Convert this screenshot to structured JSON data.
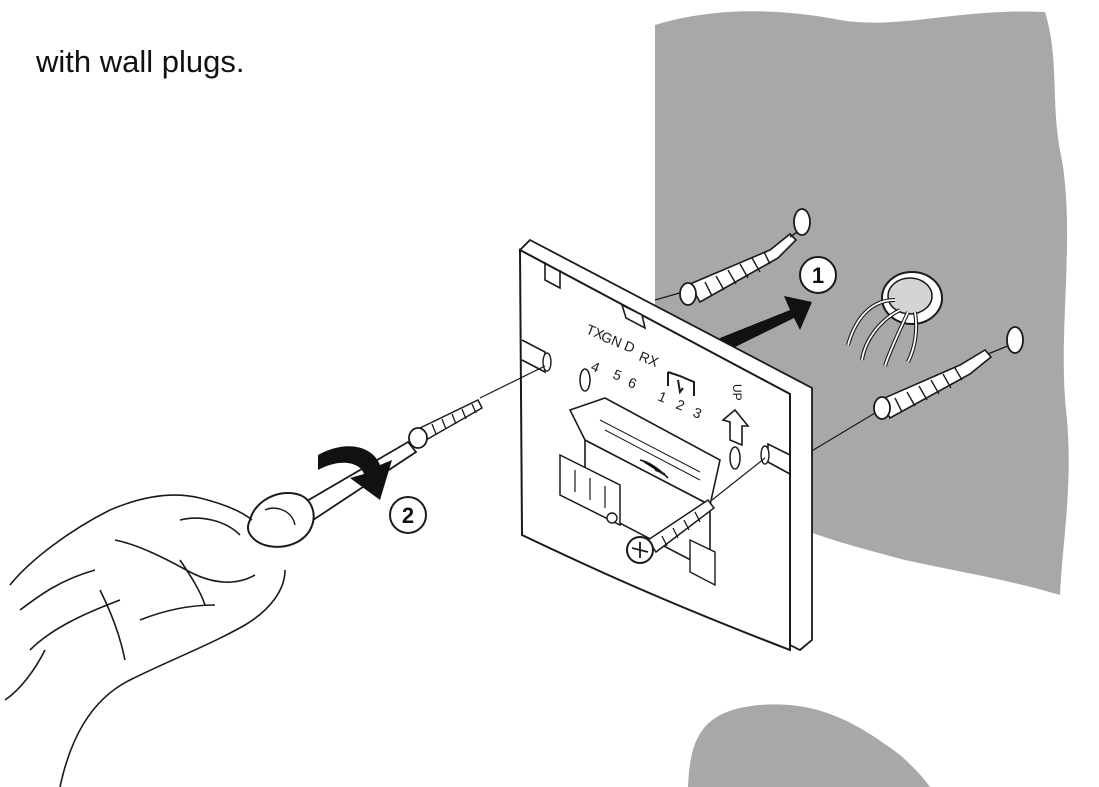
{
  "caption": "with wall plugs.",
  "steps": {
    "step1": "1",
    "step2": "2"
  },
  "plate_labels": {
    "tx": "TX",
    "gnd": "GN D",
    "rx": "RX",
    "num4": "4",
    "num5": "5",
    "num6": "6",
    "num1": "1",
    "num2": "2",
    "num3": "3",
    "up": "UP"
  },
  "colors": {
    "wall": "#a8a8a8",
    "line": "#1a1a1a",
    "arrow": "#111111",
    "paper": "#ffffff"
  }
}
